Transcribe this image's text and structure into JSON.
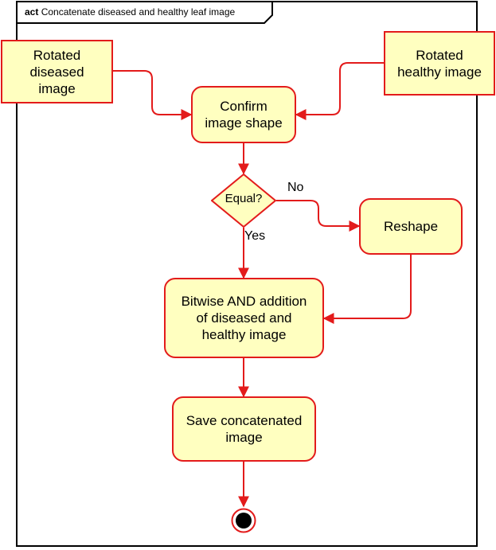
{
  "frame": {
    "keyword": "act",
    "title": "Concatenate diseased and healthy leaf image"
  },
  "nodes": {
    "rotated_diseased": "Rotated\ndiseased\nimage",
    "rotated_healthy": "Rotated\nhealthy image",
    "confirm_shape": "Confirm\nimage shape",
    "decision": "Equal?",
    "reshape": "Reshape",
    "bitwise_and": "Bitwise AND addition\nof diseased and\nhealthy image",
    "save": "Save concatenated\nimage"
  },
  "edge_labels": {
    "no": "No",
    "yes": "Yes"
  },
  "colors": {
    "fill": "#ffffc0",
    "stroke": "#e31b1b",
    "frame": "#000000"
  }
}
